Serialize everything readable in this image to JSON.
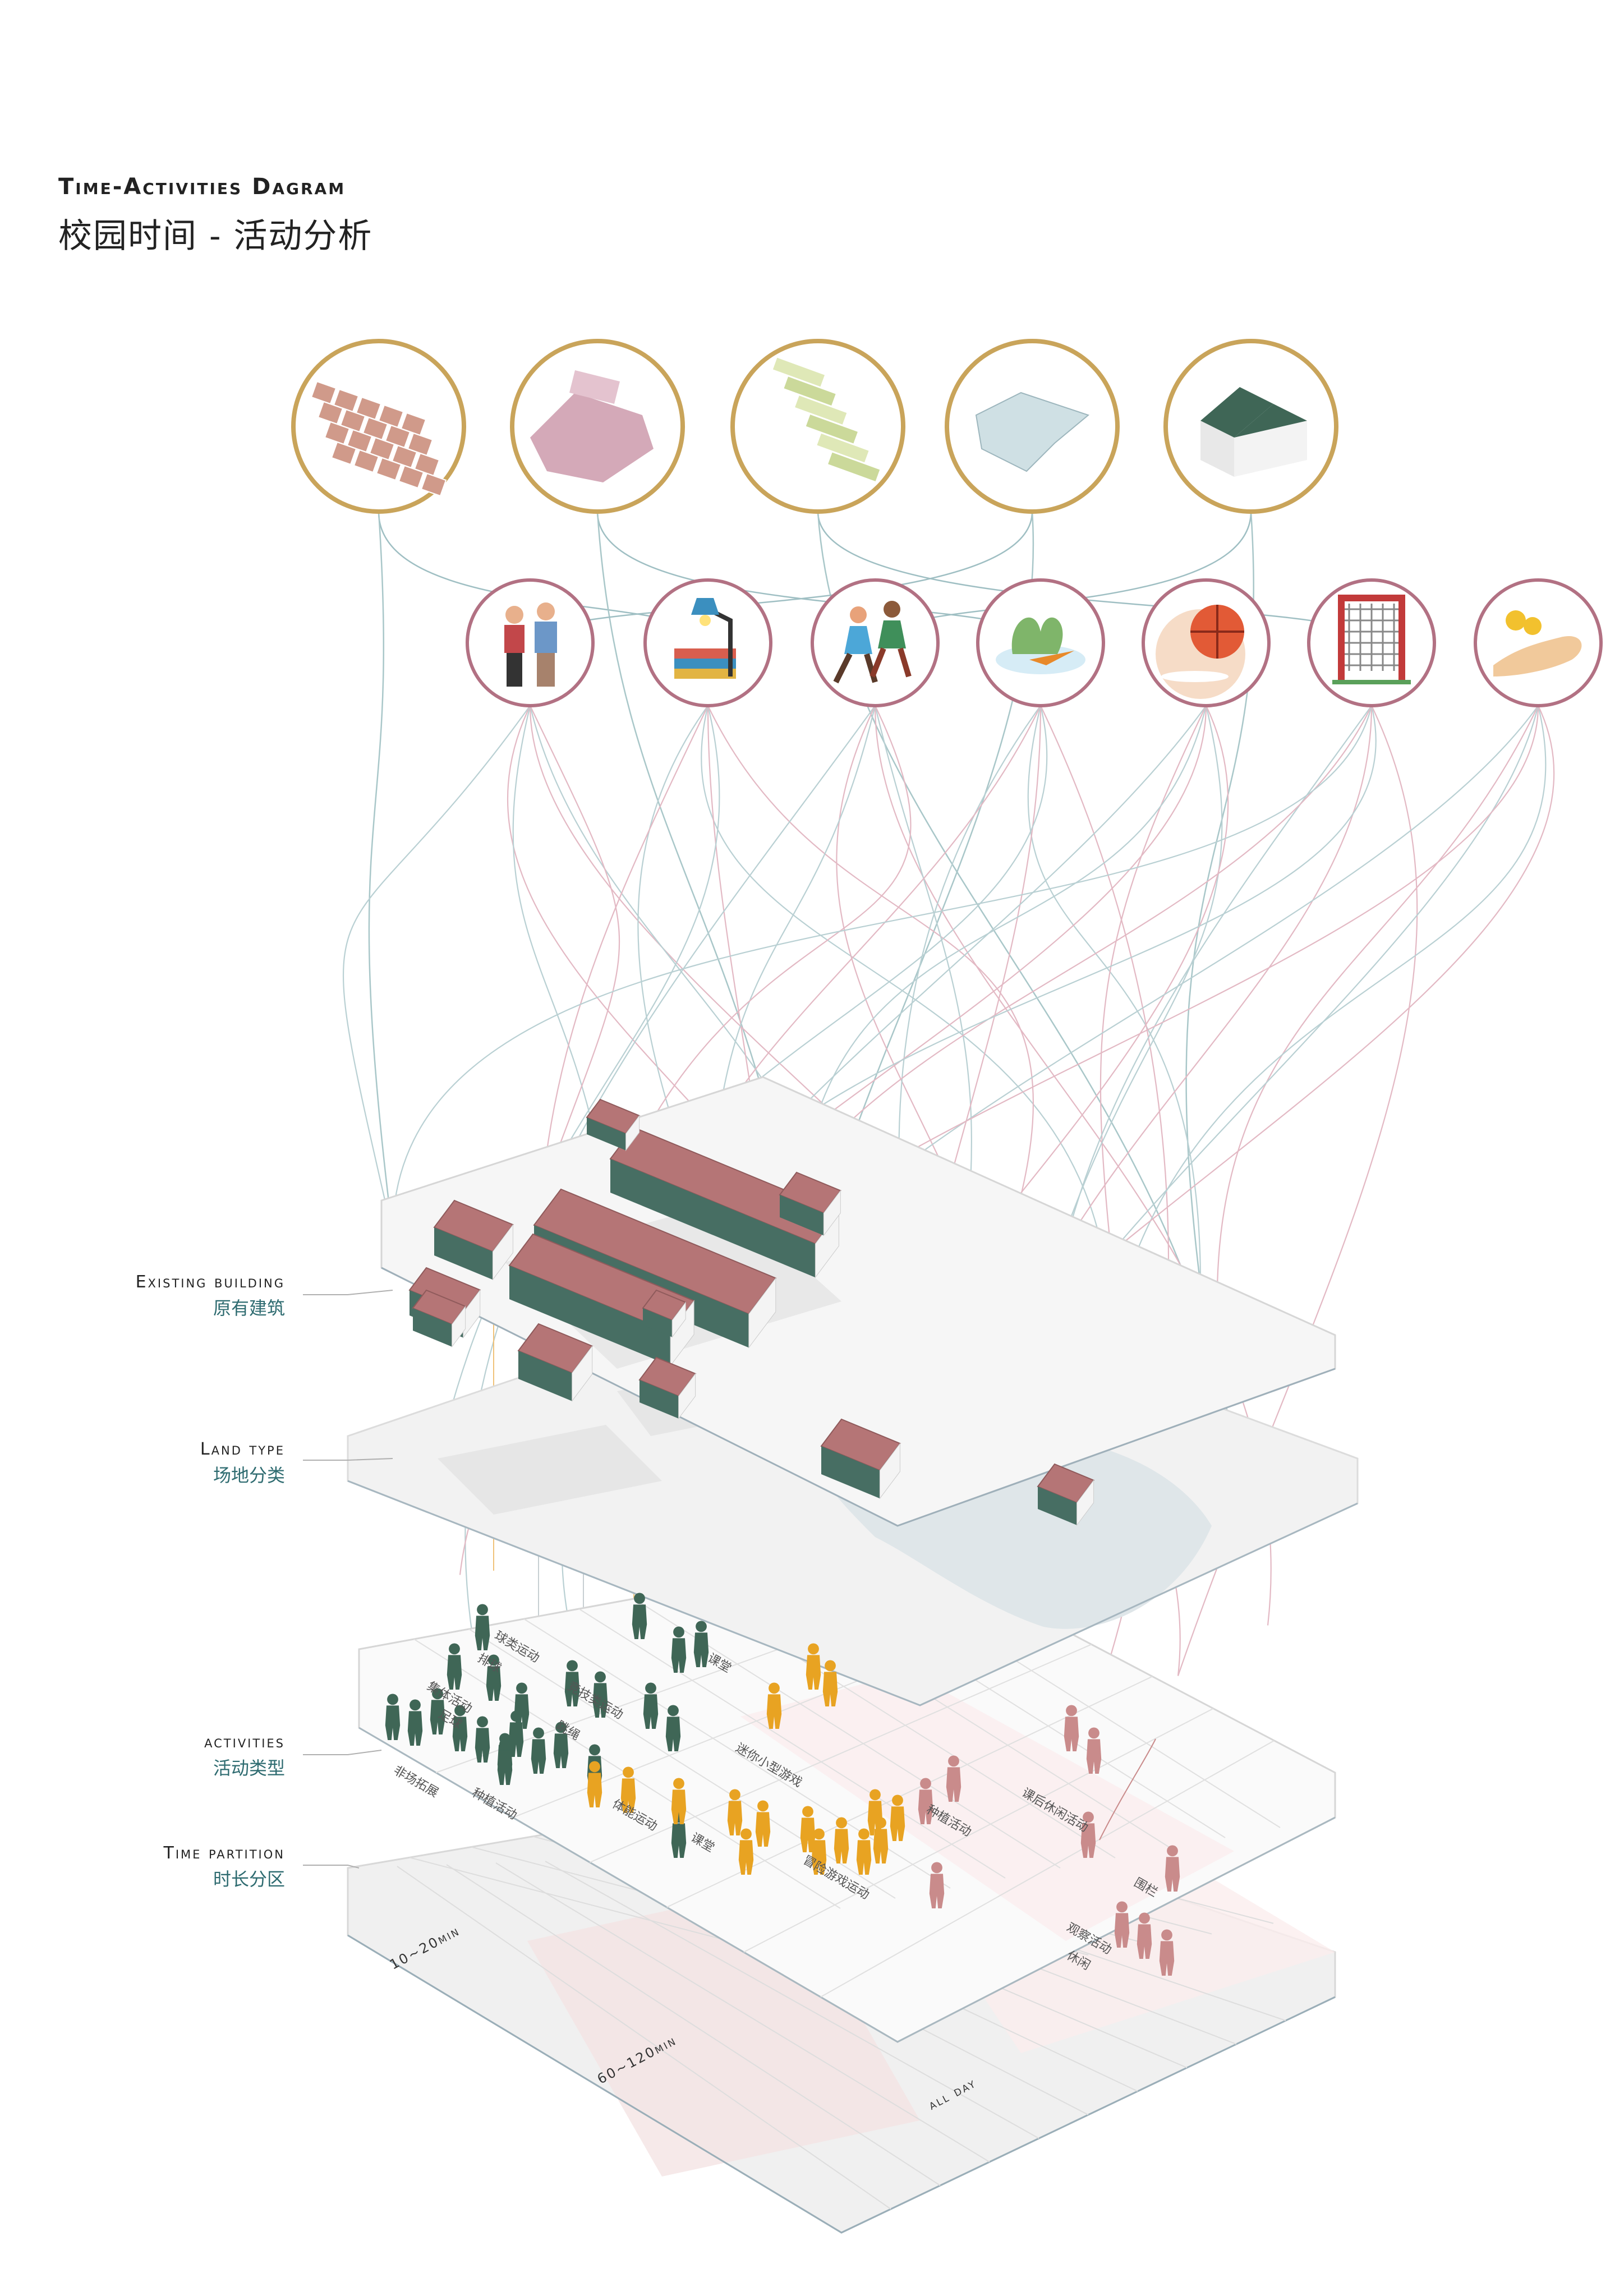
{
  "title": {
    "en": "Time-Activities Dagram",
    "zh": "校园时间 - 活动分析"
  },
  "layers": [
    {
      "en": "Existing building",
      "zh": "原有建筑"
    },
    {
      "en": "Land type",
      "zh": "场地分类"
    },
    {
      "en": "activities",
      "zh": "活动类型"
    },
    {
      "en": "Time partition",
      "zh": "时长分区"
    }
  ],
  "time_axis": [
    "10~20min",
    "60~120min",
    "all day"
  ],
  "activity_labels": [
    "球类运动",
    "竞技类运动",
    "课堂",
    "集体活动",
    "非场拓展",
    "种植活动",
    "体能运动",
    "迷你小型游戏",
    "冒险游戏运动",
    "种植活动",
    "课后休闲活动",
    "课堂",
    "观察活动",
    "休闲",
    "围栏",
    "足球",
    "排球",
    "跳绳"
  ],
  "icons_top": [
    "building-roof-icon",
    "building-footprint-icon",
    "site-plan-icon",
    "terrain-block-icon",
    "house-icon"
  ],
  "icons_activity": [
    "family-icon",
    "study-lamp-icon",
    "running-kids-icon",
    "vegetable-bowl-icon",
    "basketball-icon",
    "climbing-frame-icon",
    "coin-hand-icon"
  ],
  "colors": {
    "gold": "#c9a45a",
    "rose": "#b27183",
    "green": "#3f6656",
    "orange": "#e8a322",
    "pink": "#c98b8b",
    "roof": "#b57576",
    "wall": "#476e63"
  }
}
